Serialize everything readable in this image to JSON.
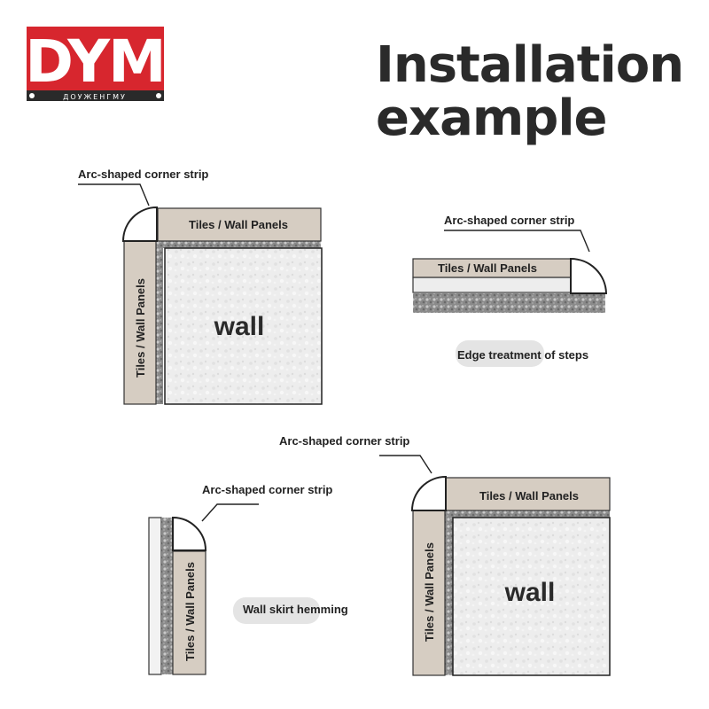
{
  "logo": {
    "text": "DYM",
    "subtext": "ДОУЖЕНГМУ",
    "color": "#d7262e"
  },
  "title": {
    "line1": "Installation",
    "line2": "example"
  },
  "labels": {
    "corner_strip": "Arc-shaped corner strip",
    "tiles_panels": "Tiles / Wall Panels",
    "wall": "wall",
    "steps_caption": "Edge treatment of steps",
    "skirt_caption": "Wall skirt hemming"
  },
  "colors": {
    "panel": "#d6cdc2",
    "wall": "#eeeeee",
    "mortar": "#8f8f8f",
    "caption_bg": "#e4e4e4",
    "outline": "#222222"
  }
}
